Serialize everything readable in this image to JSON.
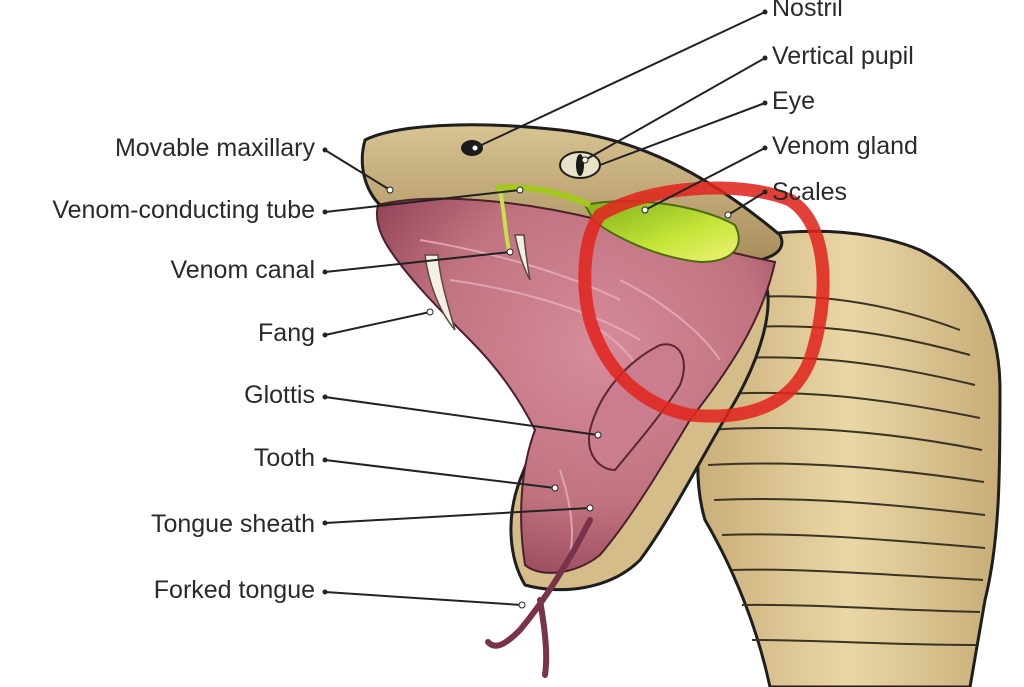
{
  "diagram": {
    "labels_left": [
      {
        "id": "movable-maxillary",
        "text": "Movable maxillary"
      },
      {
        "id": "venom-conducting-tube",
        "text": "Venom-conducting tube"
      },
      {
        "id": "venom-canal",
        "text": "Venom canal"
      },
      {
        "id": "fang",
        "text": "Fang"
      },
      {
        "id": "glottis",
        "text": "Glottis"
      },
      {
        "id": "tooth",
        "text": "Tooth"
      },
      {
        "id": "tongue-sheath",
        "text": "Tongue sheath"
      },
      {
        "id": "forked-tongue",
        "text": "Forked tongue"
      }
    ],
    "labels_right": [
      {
        "id": "nostril",
        "text": "Nostril"
      },
      {
        "id": "vertical-pupil",
        "text": "Vertical pupil"
      },
      {
        "id": "eye",
        "text": "Eye"
      },
      {
        "id": "venom-gland",
        "text": "Venom gland"
      },
      {
        "id": "scales",
        "text": "Scales"
      }
    ],
    "colors": {
      "label_text": "#2a2a2a",
      "leader_line": "#222222",
      "scale_body": "#dcc591",
      "scale_dark": "#a88d5b",
      "mouth_flesh": "#c77a8c",
      "mouth_dark": "#8e3f55",
      "venom_gland": "#b8dc2c",
      "highlight_circle": "#e0261f"
    }
  }
}
